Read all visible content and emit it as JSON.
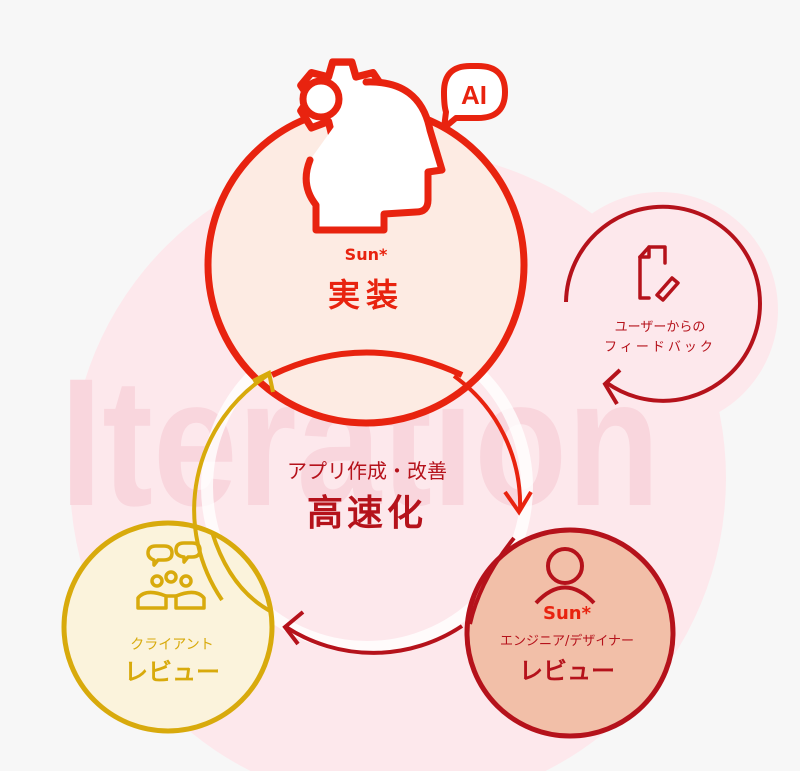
{
  "watermark": "Iteration",
  "colors": {
    "background": "#f7f7f7",
    "blob": "#fde8ec",
    "watermark": "#f9d6dd",
    "red": "#e8230f",
    "dark_red": "#b5121b",
    "yellow": "#d8aa0c",
    "top_fill": "#fdebe3",
    "yellow_fill": "#fbf3dc",
    "right_fill": "#f2bfa8"
  },
  "nodes": {
    "implementation": {
      "brand": "Sun*",
      "title": "実装",
      "icons": [
        "gear-icon",
        "head-icon",
        "ai-speech-bubble-icon"
      ],
      "badge": "AI"
    },
    "engineer_review": {
      "brand": "Sun*",
      "subtitle": "エンジニア/デザイナー",
      "title": "レビュー",
      "icon": "user-icon"
    },
    "client_review": {
      "subtitle": "クライアント",
      "title": "レビュー",
      "icon": "audience-chat-icon"
    },
    "feedback": {
      "line1": "ユーザーからの",
      "line2": "フィードバック",
      "icon": "document-edit-icon"
    }
  },
  "center": {
    "subtitle": "アプリ作成・改善",
    "title": "高速化"
  }
}
